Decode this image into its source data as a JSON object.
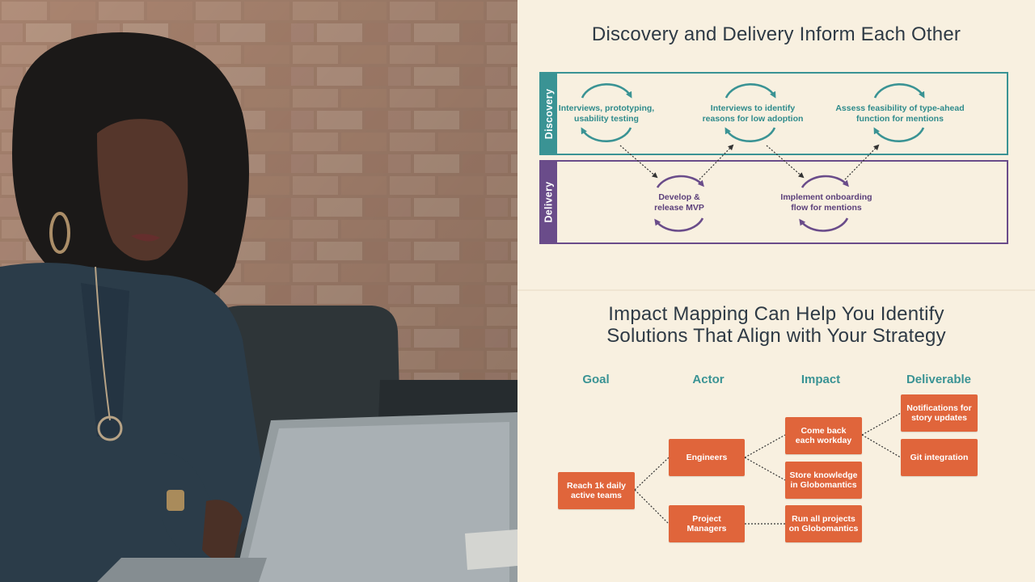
{
  "slide": {
    "title_top": "Discovery and Delivery Inform Each Other",
    "title_bottom_line1": "Impact Mapping Can Help You Identify",
    "title_bottom_line2": "Solutions That Align with Your Strategy"
  },
  "dual_track": {
    "lanes": [
      "Discovery",
      "Delivery"
    ],
    "discovery_loops": [
      {
        "line1": "Interviews, prototyping,",
        "line2": "usability testing"
      },
      {
        "line1": "Interviews to identify",
        "line2": "reasons for low adoption"
      },
      {
        "line1": "Assess feasibility of type-ahead",
        "line2": "function for mentions"
      }
    ],
    "delivery_loops": [
      {
        "line1": "Develop &",
        "line2": "release MVP"
      },
      {
        "line1": "Implement onboarding",
        "line2": "flow for mentions"
      }
    ]
  },
  "impact_map": {
    "columns": [
      "Goal",
      "Actor",
      "Impact",
      "Deliverable"
    ],
    "goal": {
      "line1": "Reach 1k daily",
      "line2": "active teams"
    },
    "actors": [
      {
        "line1": "Engineers",
        "line2": ""
      },
      {
        "line1": "Project",
        "line2": "Managers"
      }
    ],
    "impacts": [
      {
        "line1": "Come back",
        "line2": "each workday"
      },
      {
        "line1": "Store knowledge",
        "line2": "in Globomantics"
      },
      {
        "line1": "Run all projects",
        "line2": "on Globomantics"
      }
    ],
    "deliverables": [
      {
        "line1": "Notifications for",
        "line2": "story updates"
      },
      {
        "line1": "Git integration",
        "line2": ""
      }
    ]
  },
  "colors": {
    "discovery": "#3a9394",
    "delivery": "#6a4c8a",
    "node": "#e0653b",
    "background": "#f8f0e0"
  }
}
